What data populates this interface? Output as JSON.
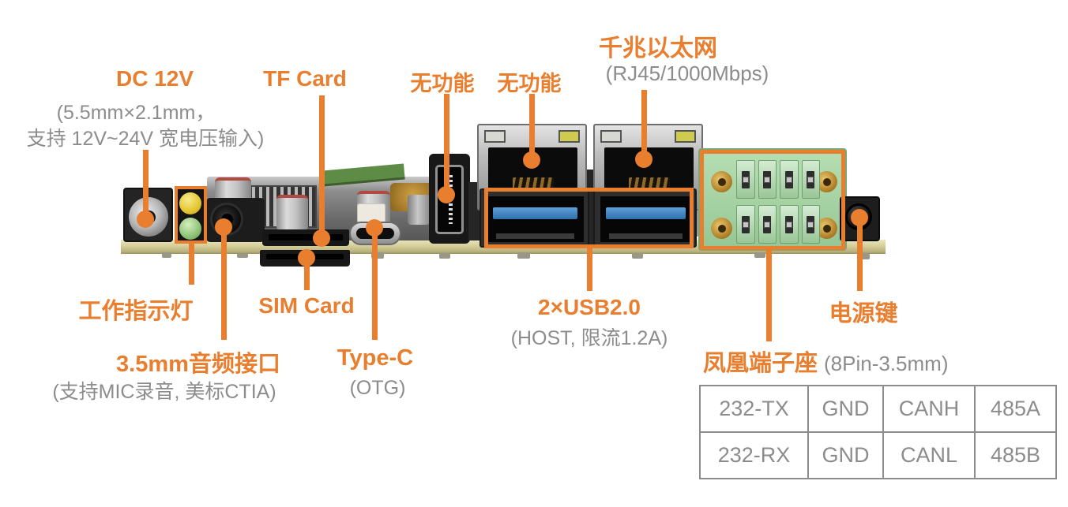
{
  "colors": {
    "accent_orange": "#E87E2E",
    "subtext_gray": "#8C8C8C",
    "pcb": "#D5CE99",
    "phoenix_green": "#A8D4A6",
    "usb_blue": "#3E86C6",
    "led_yellow": "#E3C52F",
    "led_green": "#8CC276"
  },
  "labels": {
    "dc12v": {
      "title": "DC 12V",
      "sub1": "(5.5mm×2.1mm，",
      "sub2": "支持 12V~24V 宽电压输入)"
    },
    "tf_card": {
      "title": "TF Card"
    },
    "no_func_1": {
      "title": "无功能"
    },
    "no_func_2": {
      "title": "无功能"
    },
    "ethernet": {
      "title": "千兆以太网",
      "sub": "(RJ45/1000Mbps)"
    },
    "work_led": {
      "title": "工作指示灯"
    },
    "sim_card": {
      "title": "SIM Card"
    },
    "audio": {
      "title": "3.5mm音频接口",
      "sub": "(支持MIC录音, 美标CTIA)"
    },
    "type_c": {
      "title": "Type-C",
      "sub": "(OTG)"
    },
    "usb": {
      "title": "2×USB2.0",
      "sub": "(HOST, 限流1.2A)"
    },
    "power_button": {
      "title": "电源键"
    },
    "phoenix": {
      "title": "凤凰端子座",
      "sub": "(8Pin-3.5mm)"
    }
  },
  "pinout": {
    "rows": [
      [
        "232-TX",
        "GND",
        "CANH",
        "485A"
      ],
      [
        "232-RX",
        "GND",
        "CANL",
        "485B"
      ]
    ]
  }
}
